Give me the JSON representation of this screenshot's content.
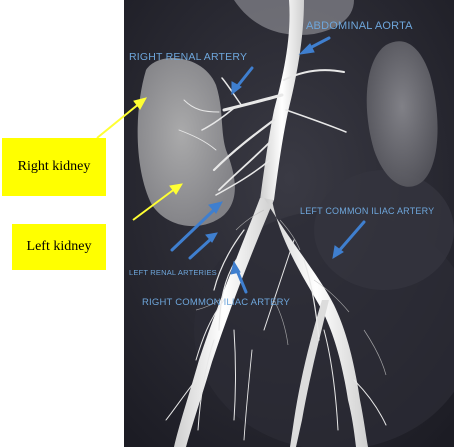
{
  "labels": {
    "right_kidney": "Right kidney",
    "left_kidney": "Left kidney",
    "abdominal_aorta": "ABDOMINAL AORTA",
    "right_renal_artery": "RIGHT RENAL ARTERY",
    "left_common_iliac_artery": "LEFT COMMON ILIAC ARTERY",
    "left_renal_arteries": "LEFT RENAL ARTERIES",
    "right_common_iliac_artery": "RIGHT COMMON ILIAC ARTERY"
  },
  "colors": {
    "label_box": "#ffff00",
    "yellow_arrow": "#ffff33",
    "blue_arrow": "#3f7fcf",
    "annotation_text": "#6ea6db",
    "scan_background": "#2a2a33"
  }
}
